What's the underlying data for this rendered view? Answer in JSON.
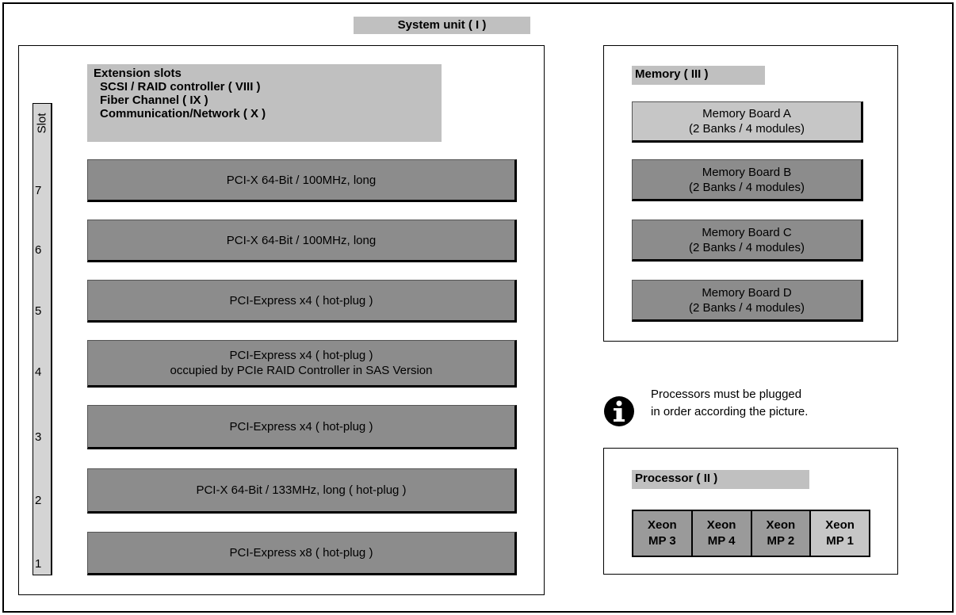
{
  "title": "System unit ( I )",
  "extension": {
    "heading": "Extension slots",
    "lines": [
      "SCSI / RAID controller ( VIII )",
      "Fiber Channel ( IX )",
      "Communication/Network ( X )"
    ]
  },
  "slot_label": "Slot",
  "slots": [
    {
      "number": "7",
      "lines": [
        "PCI-X 64-Bit / 100MHz, long"
      ]
    },
    {
      "number": "6",
      "lines": [
        "PCI-X 64-Bit / 100MHz, long"
      ]
    },
    {
      "number": "5",
      "lines": [
        "PCI-Express x4 ( hot-plug )"
      ]
    },
    {
      "number": "4",
      "lines": [
        "PCI-Express x4 ( hot-plug )",
        "occupied by PCIe RAID Controller in SAS Version"
      ]
    },
    {
      "number": "3",
      "lines": [
        "PCI-Express x4 ( hot-plug )"
      ]
    },
    {
      "number": "2",
      "lines": [
        "PCI-X 64-Bit / 133MHz, long  ( hot-plug )"
      ]
    },
    {
      "number": "1",
      "lines": [
        "PCI-Express x8 ( hot-plug )"
      ]
    }
  ],
  "memory": {
    "label": "Memory ( III )",
    "boards": [
      {
        "name": "Memory Board A",
        "detail": "(2 Banks / 4 modules)",
        "color": "#c6c6c6"
      },
      {
        "name": "Memory Board B",
        "detail": "(2 Banks / 4 modules)",
        "color": "#8c8c8c"
      },
      {
        "name": "Memory Board C",
        "detail": "(2 Banks / 4 modules)",
        "color": "#8c8c8c"
      },
      {
        "name": "Memory Board D",
        "detail": "(2 Banks / 4 modules)",
        "color": "#8c8c8c"
      }
    ]
  },
  "info": {
    "icon": "info-icon",
    "lines": [
      "Processors must be plugged",
      "in order according the picture."
    ]
  },
  "processor": {
    "label": "Processor ( II )",
    "cpus": [
      {
        "line1": "Xeon",
        "line2": "MP 3"
      },
      {
        "line1": "Xeon",
        "line2": "MP 4"
      },
      {
        "line1": "Xeon",
        "line2": "MP 2"
      },
      {
        "line1": "Xeon",
        "line2": "MP 1"
      }
    ]
  }
}
